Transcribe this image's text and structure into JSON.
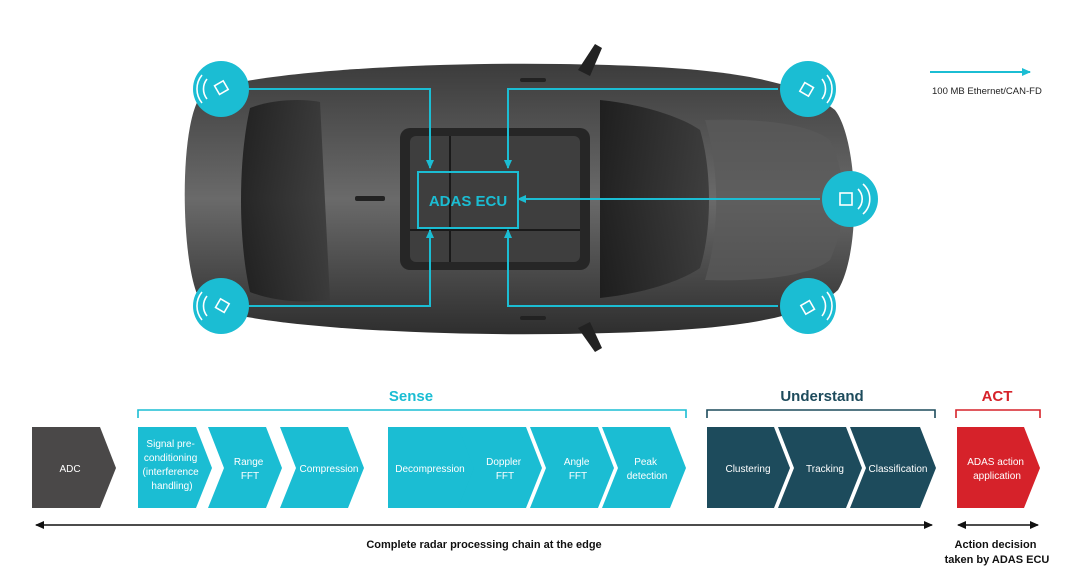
{
  "legend": {
    "label": "100 MB Ethernet/CAN-FD"
  },
  "ecu": {
    "label": "ADAS ECU"
  },
  "groups": {
    "sense": "Sense",
    "understand": "Understand",
    "act": "ACT"
  },
  "stages": {
    "adc": "ADC",
    "signal": [
      "Signal pre-",
      "conditioning",
      "(interference",
      "handling)"
    ],
    "range": [
      "Range",
      "FFT"
    ],
    "compression": "Compression",
    "decompression": "Decompression",
    "doppler": [
      "Doppler",
      "FFT"
    ],
    "angle": [
      "Angle",
      "FFT"
    ],
    "peak": [
      "Peak",
      "detection"
    ],
    "clustering": "Clustering",
    "tracking": "Tracking",
    "classification": "Classification",
    "adas_action": [
      "ADAS action",
      "application"
    ]
  },
  "bottom": {
    "chain": "Complete radar processing chain at the edge",
    "decision": [
      "Action decision",
      "taken by ADAS ECU"
    ]
  },
  "colors": {
    "teal": "#1bbdd3",
    "navy": "#1d4b5c",
    "red": "#d6222a",
    "dark": "#4a4848"
  }
}
